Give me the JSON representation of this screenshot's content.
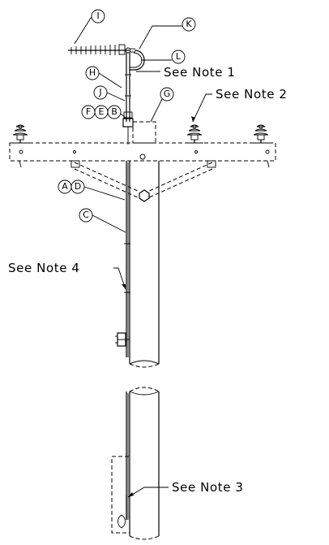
{
  "callouts": {
    "A": "A",
    "B": "B",
    "C": "C",
    "D": "D",
    "E": "E",
    "F": "F",
    "G": "G",
    "H": "H",
    "I": "I",
    "J": "J",
    "K": "K",
    "L": "L"
  },
  "notes": {
    "note1": "See Note 1",
    "note2": "See Note 2",
    "note3": "See Note 3",
    "note4": "See Note 4"
  }
}
